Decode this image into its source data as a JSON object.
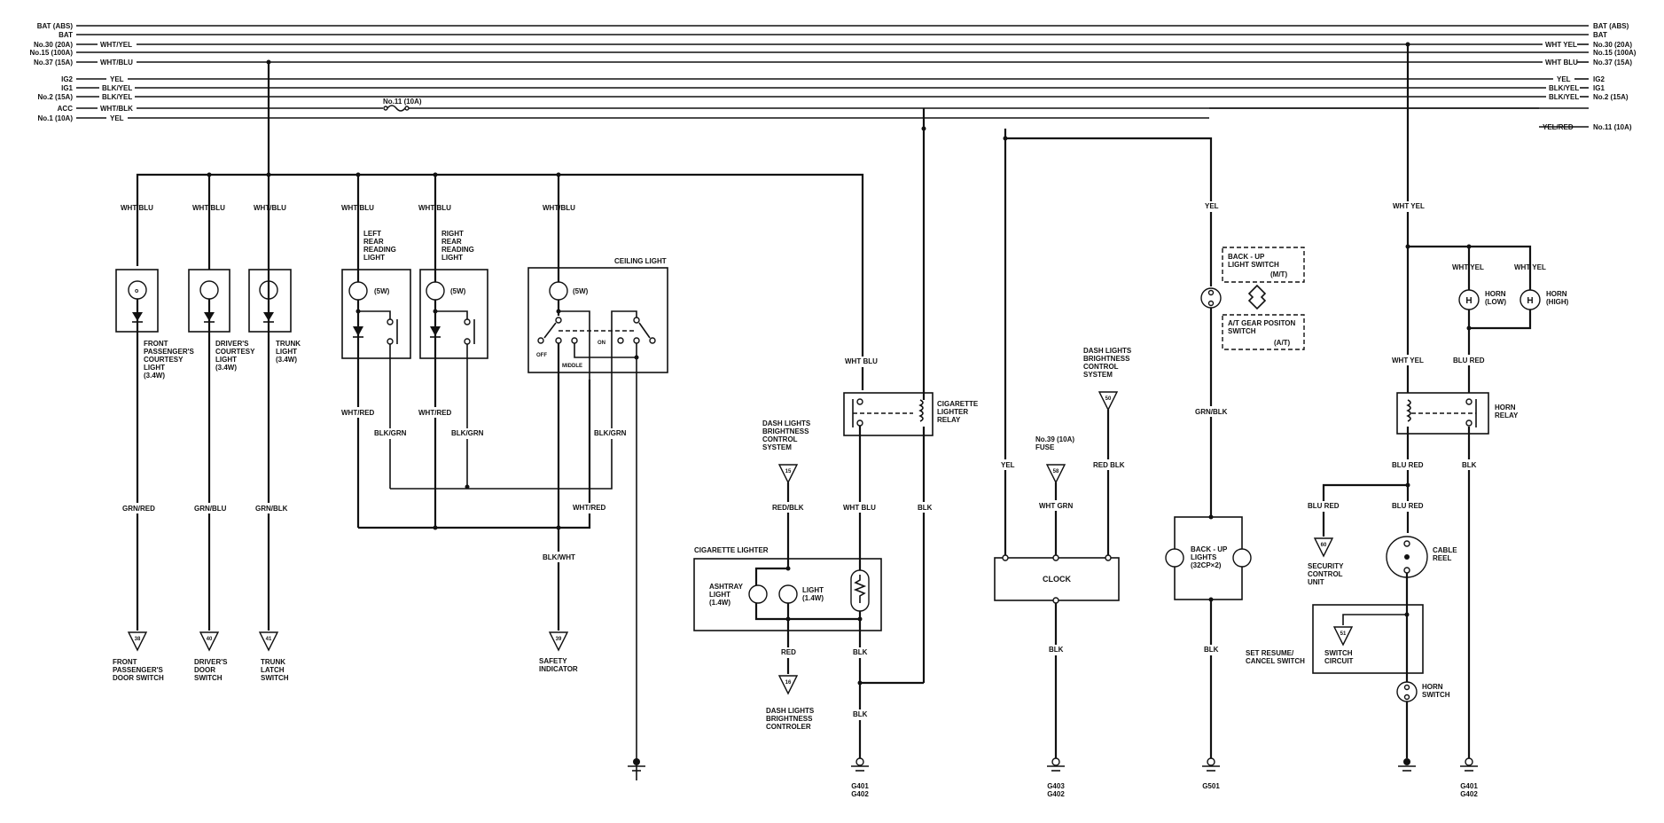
{
  "diagram": {
    "title": "Interior lights / horn / clock / cigarette lighter wiring diagram",
    "power_buses": [
      {
        "id": "bat-abs",
        "left_label": "BAT (ABS)",
        "left_wire": "",
        "right_wire": "",
        "right_label": "BAT (ABS)"
      },
      {
        "id": "bat",
        "left_label": "BAT",
        "left_wire": "",
        "right_wire": "",
        "right_label": "BAT"
      },
      {
        "id": "no30",
        "left_label": "No.30 (20A)",
        "left_wire": "WHT/YEL",
        "right_wire": "WHT YEL",
        "right_label": "No.30 (20A)"
      },
      {
        "id": "no15",
        "left_label": "No.15 (100A)",
        "left_wire": "",
        "right_wire": "",
        "right_label": "No.15 (100A)"
      },
      {
        "id": "no37",
        "left_label": "No.37 (15A)",
        "left_wire": "WHT/BLU",
        "right_wire": "WHT BLU",
        "right_label": "No.37 (15A)"
      },
      {
        "id": "ig2",
        "left_label": "IG2",
        "left_wire": "YEL",
        "right_wire": "YEL",
        "right_label": "IG2"
      },
      {
        "id": "ig1",
        "left_label": "IG1",
        "left_wire": "BLK/YEL",
        "right_wire": "BLK/YEL",
        "right_label": "IG1"
      },
      {
        "id": "no2",
        "left_label": "No.2 (15A)",
        "left_wire": "BLK/YEL",
        "right_wire": "BLK/YEL",
        "right_label": "No.2 (15A)"
      },
      {
        "id": "acc",
        "left_label": "ACC",
        "left_wire": "WHT/BLK",
        "right_wire": "",
        "right_label": ""
      },
      {
        "id": "no1",
        "left_label": "No.1 (10A)",
        "left_wire": "YEL",
        "right_wire": "YEL/RED",
        "right_label": "No.11 (10A)"
      }
    ],
    "inline_fuse": "No.11 (10A)",
    "courtesy": {
      "front_passenger": {
        "wire_in": "WHT/BLU",
        "label": [
          "FRONT",
          "PASSENGER'S",
          "COURTESY",
          "LIGHT",
          "(3.4W)"
        ],
        "wire_out": "GRN/RED",
        "connector": "38",
        "dest": [
          "FRONT",
          "PASSENGER'S",
          "DOOR SWITCH"
        ]
      },
      "driver": {
        "wire_in": "WHT/BLU",
        "label": [
          "DRIVER'S",
          "COURTESY",
          "LIGHT",
          "(3.4W)"
        ],
        "wire_out": "GRN/BLU",
        "connector": "40",
        "dest": [
          "DRIVER'S",
          "DOOR",
          "SWITCH"
        ]
      },
      "trunk": {
        "wire_in": "WHT/BLU",
        "label": [
          "TRUNK",
          "LIGHT",
          "(3.4W)"
        ],
        "wire_out": "GRN/BLK",
        "connector": "41",
        "dest": [
          "TRUNK",
          "LATCH",
          "SWITCH"
        ]
      }
    },
    "reading": {
      "left": {
        "wire_in": "WHT/BLU",
        "label": [
          "LEFT",
          "REAR",
          "READING",
          "LIGHT"
        ],
        "watt": "(5W)",
        "wire_out": "WHT/RED",
        "wire_sw": "BLK/GRN"
      },
      "right": {
        "wire_in": "WHT/BLU",
        "label": [
          "RIGHT",
          "REAR",
          "READING",
          "LIGHT"
        ],
        "watt": "(5W)",
        "wire_out": "WHT/RED",
        "wire_sw": "BLK/GRN"
      }
    },
    "ceiling": {
      "title": "CEILING LIGHT",
      "wire_in": "WHT/BLU",
      "watt": "(5W)",
      "pos_off": "OFF",
      "pos_on": "ON",
      "pos_middle": "MIDDLE",
      "wire_sw": "BLK/GRN",
      "wire_red": "WHT/RED",
      "wire_out": "BLK/WHT",
      "connector": "39",
      "dest": [
        "SAFETY",
        "INDICATOR"
      ]
    },
    "cigarette": {
      "relay_wire_in": "WHT BLU",
      "relay_label": [
        "CIGARETTE",
        "LIGHTER",
        "RELAY"
      ],
      "relay_wire_out": "WHT BLU",
      "relay_coil_wire": "BLK",
      "dash_label": [
        "DASH LIGHTS",
        "BRIGHTNESS",
        "CONTROL",
        "SYSTEM"
      ],
      "dash_connector": "15",
      "dash_wire": "RED/BLK",
      "lighter_title": "CIGARETTE LIGHTER",
      "ashtray_label": [
        "ASHTRAY",
        "LIGHT",
        "(1.4W)"
      ],
      "light_label": [
        "LIGHT",
        "(1.4W)"
      ],
      "wire_red": "RED",
      "dest_connector": "16",
      "dest": [
        "DASH LIGHTS",
        "BRIGHTNESS",
        "CONTROLER"
      ],
      "wire_blk1": "BLK",
      "wire_blk2": "BLK",
      "ground": [
        "G401",
        "G402"
      ]
    },
    "clock": {
      "label": "CLOCK",
      "wire_yel": "YEL",
      "fuse_label": [
        "No.39 (10A)",
        "FUSE"
      ],
      "fuse_connector": "58",
      "fuse_wire": "WHT GRN",
      "dash_label": [
        "DASH LIGHTS",
        "BRIGHTNESS",
        "CONTROL",
        "SYSTEM"
      ],
      "dash_connector": "50",
      "dash_wire": "RED BLK",
      "wire_out": "BLK",
      "ground": [
        "G403",
        "G402"
      ]
    },
    "backup": {
      "wire_in": "YEL",
      "switch_mt": [
        "BACK - UP",
        "LIGHT SWITCH",
        "(M/T)"
      ],
      "switch_at": [
        "A/T GEAR POSITON",
        "SWITCH",
        "(A/T)"
      ],
      "wire_mid": "GRN/BLK",
      "lights_label": [
        "BACK - UP",
        "LIGHTS",
        "(32CP×2)"
      ],
      "wire_out": "BLK",
      "ground": [
        "G501"
      ]
    },
    "horn": {
      "wire_in": "WHT YEL",
      "low_wire": "WHT YEL",
      "low_label": [
        "HORN",
        "(LOW)"
      ],
      "high_wire": "WHT YEL",
      "high_label": [
        "HORN",
        "(HIGH)"
      ],
      "relay_coil_wire": "WHT YEL",
      "relay_sw_wire": "BLU RED",
      "relay_label": [
        "HORN",
        "RELAY"
      ],
      "relay_out_wire": "BLU RED",
      "relay_gnd_wire": "BLK",
      "security_wire": "BLU RED",
      "security_connector": "60",
      "security_label": [
        "SECURITY",
        "CONTROL",
        "UNIT"
      ],
      "reel_wire": "BLU RED",
      "reel_label": [
        "CABLE",
        "REEL"
      ],
      "switch_circuit_connector": "51",
      "switch_circuit_label": [
        "SWITCH",
        "CIRCUIT"
      ],
      "set_resume_label": [
        "SET RESUME/",
        "CANCEL SWITCH"
      ],
      "horn_switch_label": [
        "HORN",
        "SWITCH"
      ],
      "ground": [
        "G401",
        "G402"
      ]
    }
  }
}
